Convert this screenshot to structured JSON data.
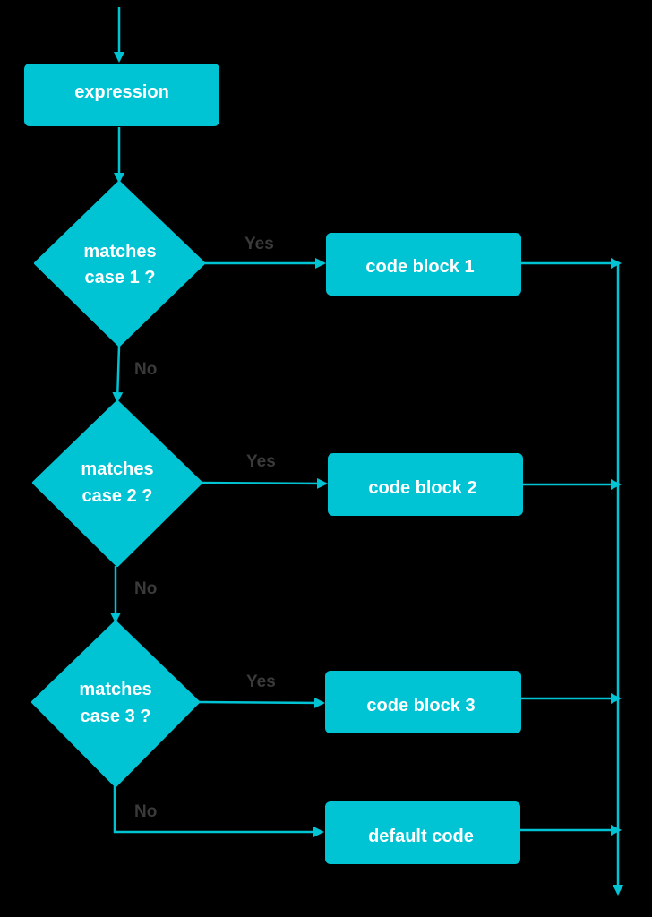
{
  "colors": {
    "background": "#000000",
    "node_fill": "#00c3d4",
    "connector": "#00c3d4",
    "node_text": "#ffffff",
    "edge_label": "#3a3a3a"
  },
  "nodes": {
    "expression": "expression",
    "decision1": {
      "line1": "matches",
      "line2": "case 1 ?"
    },
    "decision2": {
      "line1": "matches",
      "line2": "case 2 ?"
    },
    "decision3": {
      "line1": "matches",
      "line2": "case 3 ?"
    },
    "block1": "code block 1",
    "block2": "code block 2",
    "block3": "code block 3",
    "default": "default code"
  },
  "edge_labels": {
    "yes1": "Yes",
    "yes2": "Yes",
    "yes3": "Yes",
    "no1": "No",
    "no2": "No",
    "no3": "No"
  }
}
